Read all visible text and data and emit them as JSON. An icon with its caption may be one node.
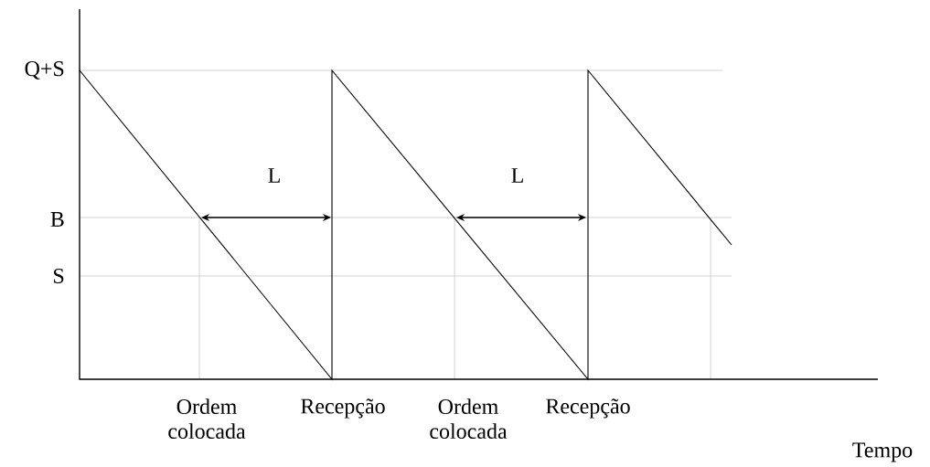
{
  "diagram": {
    "labels": [
      "Q+S",
      "L",
      "L",
      "B",
      "S",
      "Ordem colocada",
      "Recepção",
      "Ordem colocada",
      "Recepção",
      "Tempo"
    ]
  }
}
